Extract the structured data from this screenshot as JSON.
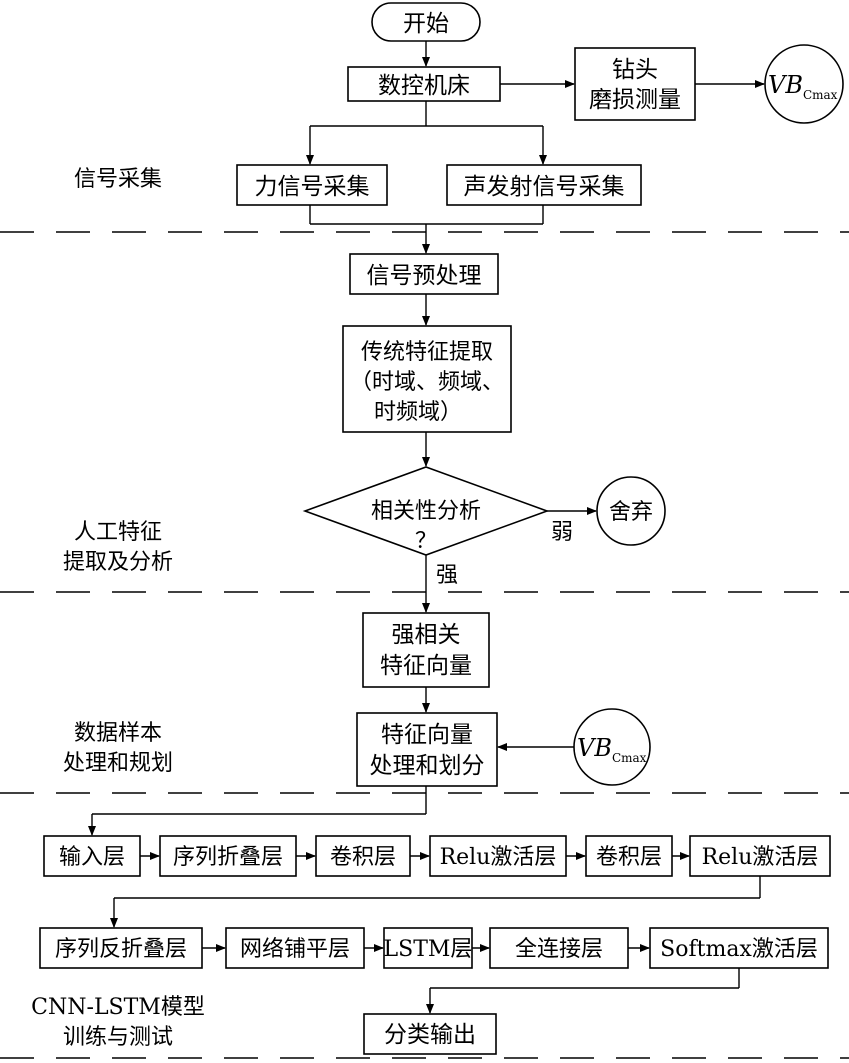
{
  "start": "开始",
  "cnc": "数控机床",
  "wear": [
    "钻头",
    "磨损测量"
  ],
  "vb_main": "VB",
  "vb_sub": "Cmax",
  "force": "力信号采集",
  "ae": "声发射信号采集",
  "preprocess": "信号预处理",
  "traditional": [
    "传统特征提取",
    "（时域、频域、",
    "时频域）"
  ],
  "decision": [
    "相关性分析",
    "？"
  ],
  "weak": "弱",
  "strong": "强",
  "discard": "舍弃",
  "strong_vec": [
    "强相关",
    "特征向量"
  ],
  "process_vec": [
    "特征向量",
    "处理和划分"
  ],
  "sections": {
    "signal": "信号采集",
    "manual": [
      "人工特征",
      "提取及分析"
    ],
    "sample": [
      "数据样本",
      "处理和规划"
    ],
    "model": [
      "CNN-LSTM模型",
      "训练与测试"
    ]
  },
  "row1": [
    "输入层",
    "序列折叠层",
    "卷积层",
    "Relu激活层",
    "卷积层",
    "Relu激活层"
  ],
  "row2": [
    "序列反折叠层",
    "网络铺平层",
    "LSTM层",
    "全连接层",
    "Softmax激活层"
  ],
  "output": "分类输出"
}
